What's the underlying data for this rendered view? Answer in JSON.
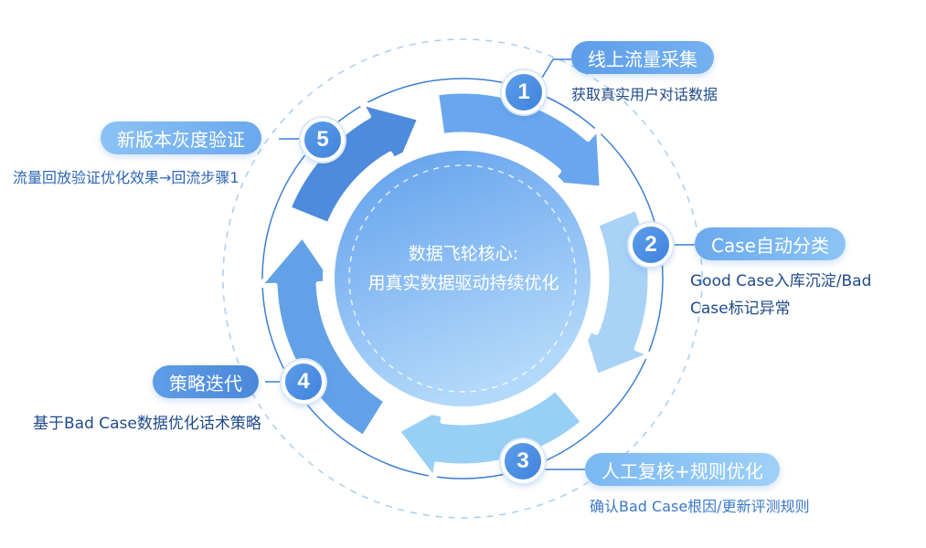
{
  "center": {
    "line1": "数据飞轮核心:",
    "line2": "用真实数据驱动持续优化"
  },
  "steps": [
    {
      "num": "1",
      "title": "线上流量采集",
      "desc": [
        "获取真实用户对话数据"
      ]
    },
    {
      "num": "2",
      "title": "Case自动分类",
      "desc": [
        "Good Case入库沉淀/Bad",
        "Case标记异常"
      ]
    },
    {
      "num": "3",
      "title": "人工复核+规则优化",
      "desc": [
        "确认Bad Case根因/更新评测规则"
      ]
    },
    {
      "num": "4",
      "title": "策略迭代",
      "desc": [
        "基于Bad Case数据优化话术策略"
      ]
    },
    {
      "num": "5",
      "title": "新版本灰度验证",
      "desc": [
        "流量回放验证优化效果→回流步骤1"
      ]
    }
  ],
  "colors": {
    "arrow1": "#6aa6ee",
    "arrow2": "#a8d2f6",
    "arrow3": "#98cff5",
    "arrow4": "#62a1e8",
    "arrow5": "#4e8bdc",
    "text": "#1f4a8a"
  }
}
